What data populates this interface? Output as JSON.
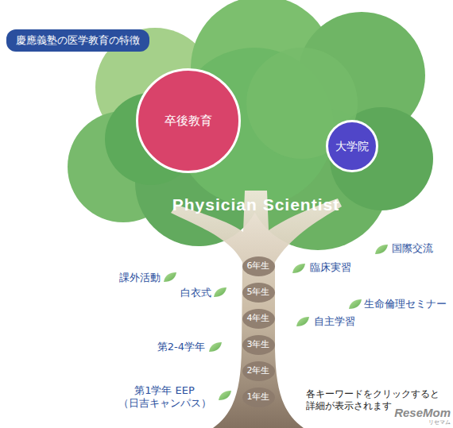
{
  "diagram": {
    "title": "慶應義塾の医学教育の特徴",
    "nodes": [
      {
        "text": [
          "卒後教育"
        ]
      },
      {
        "text": [
          "大学院"
        ]
      },
      {
        "text": [
          "6年生"
        ]
      },
      {
        "text": [
          "5年生"
        ]
      },
      {
        "text": [
          "4年生"
        ]
      },
      {
        "text": [
          "3年生"
        ]
      },
      {
        "text": [
          "2年生"
        ]
      },
      {
        "text": [
          "1年生"
        ]
      }
    ],
    "labels": [
      "Physician Scientist",
      "国際交流",
      "課外活動",
      "臨床実習",
      "白衣式",
      "生命倫理セミナー",
      "自主学習",
      "第2-4学年",
      "第1学年 EEP （日吉キャンパス）",
      "各キーワードをクリックすると 詳細が表示されます",
      "ReseMom",
      "リセマム"
    ]
  }
}
